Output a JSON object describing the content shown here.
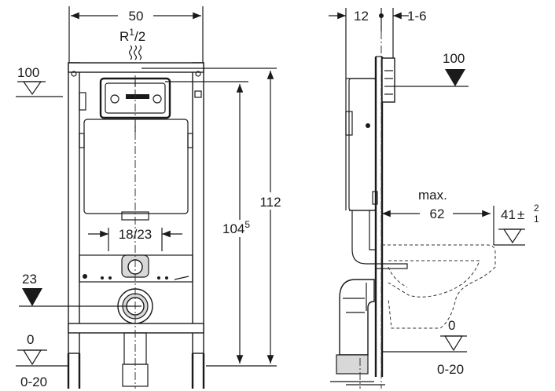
{
  "front_view": {
    "width_dim": "50",
    "supply_label": "R",
    "supply_sup": "1",
    "supply_frac": "/2",
    "height_total": "112",
    "height_flush": "104",
    "height_flush_sup": "5",
    "bolt_spacing": "18/23",
    "level_top": "100",
    "level_outlet": "23",
    "level_floor": "0",
    "floor_range": "0-20"
  },
  "side_view": {
    "depth_dim": "12",
    "plate_dim": "1-6",
    "level_top": "100",
    "max_label": "max.",
    "projection_dim": "62",
    "seat_height": "41",
    "seat_tol_plus": "2",
    "seat_tol_minus": "1",
    "level_floor": "0",
    "floor_range": "0-20"
  }
}
